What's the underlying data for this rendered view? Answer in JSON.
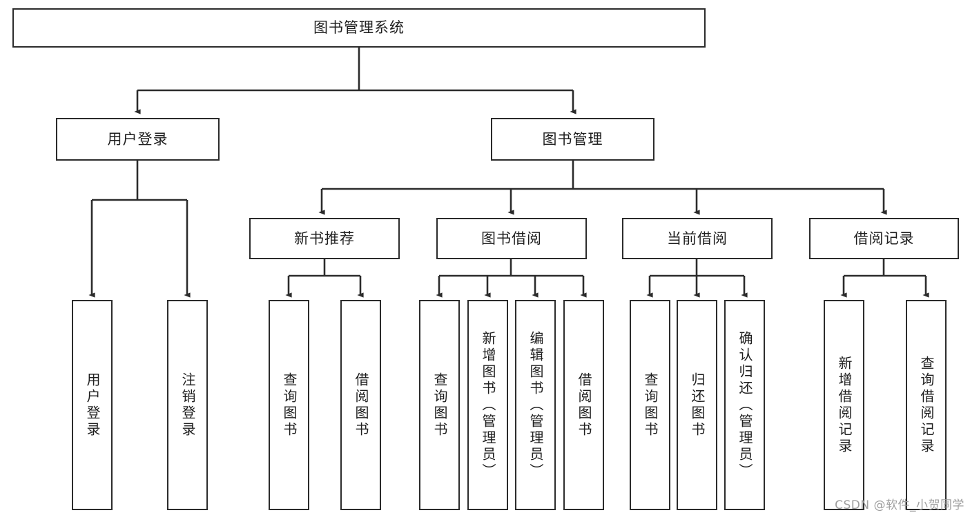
{
  "diagram": {
    "title_node": {
      "label": "图书管理系统"
    },
    "level2": [
      {
        "id": "user-login",
        "label": "用户登录"
      },
      {
        "id": "book-manage",
        "label": "图书管理"
      }
    ],
    "level3": [
      {
        "id": "new-book-recommend",
        "label": "新书推荐"
      },
      {
        "id": "book-borrow",
        "label": "图书借阅"
      },
      {
        "id": "current-borrow",
        "label": "当前借阅"
      },
      {
        "id": "borrow-record",
        "label": "借阅记录"
      }
    ],
    "leaves": [
      {
        "id": "leaf-user-login",
        "label": "用户登录"
      },
      {
        "id": "leaf-logout-login",
        "label": "注销登录"
      },
      {
        "id": "leaf-query-book-1",
        "label": "查询图书"
      },
      {
        "id": "leaf-borrow-book-1",
        "label": "借阅图书"
      },
      {
        "id": "leaf-query-book-2",
        "label": "查询图书"
      },
      {
        "id": "leaf-add-book-admin",
        "label": "新增图书（管理员）"
      },
      {
        "id": "leaf-edit-book-admin",
        "label": "编辑图书（管理员）"
      },
      {
        "id": "leaf-borrow-book-2",
        "label": "借阅图书"
      },
      {
        "id": "leaf-query-book-3",
        "label": "查询图书"
      },
      {
        "id": "leaf-return-book",
        "label": "归还图书"
      },
      {
        "id": "leaf-confirm-return-admin",
        "label": "确认归还（管理员）"
      },
      {
        "id": "leaf-add-borrow-record",
        "label": "新增借阅记录"
      },
      {
        "id": "leaf-query-borrow-record",
        "label": "查询借阅记录"
      }
    ]
  },
  "watermark": {
    "text": "CSDN @软件_小贺同学"
  },
  "colors": {
    "box_border": "#2b2b2b",
    "box_fill": "#ffffff",
    "connector": "#2b2b2b",
    "text": "#1f1f1f",
    "watermark": "#9e9e9e"
  }
}
